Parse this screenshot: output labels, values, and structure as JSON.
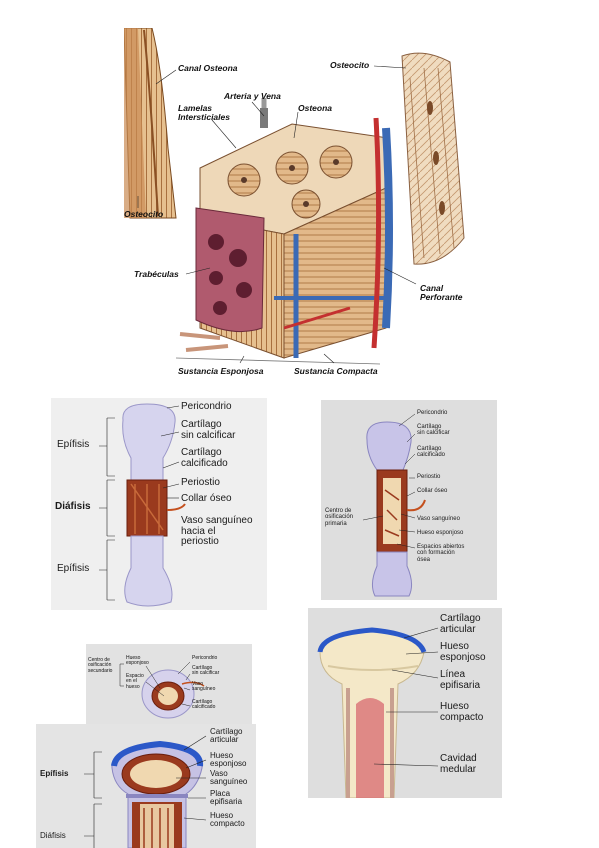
{
  "figure1": {
    "labels": {
      "canal_osteona": "Canal Osteona",
      "osteocito_top": "Osteocito",
      "arteria_vena": "Arteria y Vena",
      "lamelas": "Lamelas\nIntersticiales",
      "osteona": "Osteona",
      "osteocito_left": "Osteocito",
      "trabeculas": "Trabéculas",
      "canal_perforante": "Canal\nPerforante",
      "sustancia_esponjosa": "Sustancia Esponjosa",
      "sustancia_compacta": "Sustancia Compacta"
    }
  },
  "figure2": {
    "labels": {
      "pericondrio": "Pericondrio",
      "cartilago_sin": "Cartílago\nsin calcificar",
      "cartilago_calc": "Cartílago\ncalcificado",
      "periostio": "Periostio",
      "collar": "Collar óseo",
      "vaso": "Vaso sanguíneo\nhacia el\nperiostio",
      "epifisis_top": "Epífisis",
      "diafisis": "Diáfisis",
      "epifisis_bottom": "Epífisis"
    }
  },
  "figure3": {
    "labels": {
      "pericondrio": "Pericondrio",
      "cartilago_sin": "Cartílago\nsin calcificar",
      "cartilago_calc": "Cartílago\ncalcificado",
      "periostio": "Periostio",
      "collar": "Collar óseo",
      "centro": "Centro de\nosificación\nprimaria",
      "vaso": "Vaso sanguíneo",
      "hueso_esp": "Hueso esponjoso",
      "espacios": "Espacios abiertos\ncon formación\nósea"
    }
  },
  "figure4": {
    "labels": {
      "centro_sec": "Centro de\nosificación\nsecundario",
      "hueso_esp": "Hueso\nesponjoso",
      "espacio": "Espacio\nen el\nhueso",
      "pericondrio": "Pericondrio",
      "cartilago_sin": "Cartílago\nsin calcificar",
      "vaso": "Vaso\nsanguíneo",
      "cartilago_calc": "Cartílago\ncalcificado"
    }
  },
  "figure5": {
    "labels": {
      "cartilago_art": "Cartílago\narticular",
      "hueso_esp": "Hueso\nesponjoso",
      "vaso": "Vaso\nsanguíneo",
      "placa": "Placa\nepifisaria",
      "hueso_comp": "Hueso\ncompacto",
      "epifisis": "Epífisis",
      "diafisis": "Diáfisis"
    }
  },
  "figure6": {
    "labels": {
      "cartilago_art": "Cartílago\narticular",
      "hueso_esp": "Hueso\nesponjoso",
      "linea": "Línea\nepifisaria",
      "hueso_comp": "Hueso\ncompacto",
      "cavidad": "Cavidad\nmedular"
    }
  }
}
